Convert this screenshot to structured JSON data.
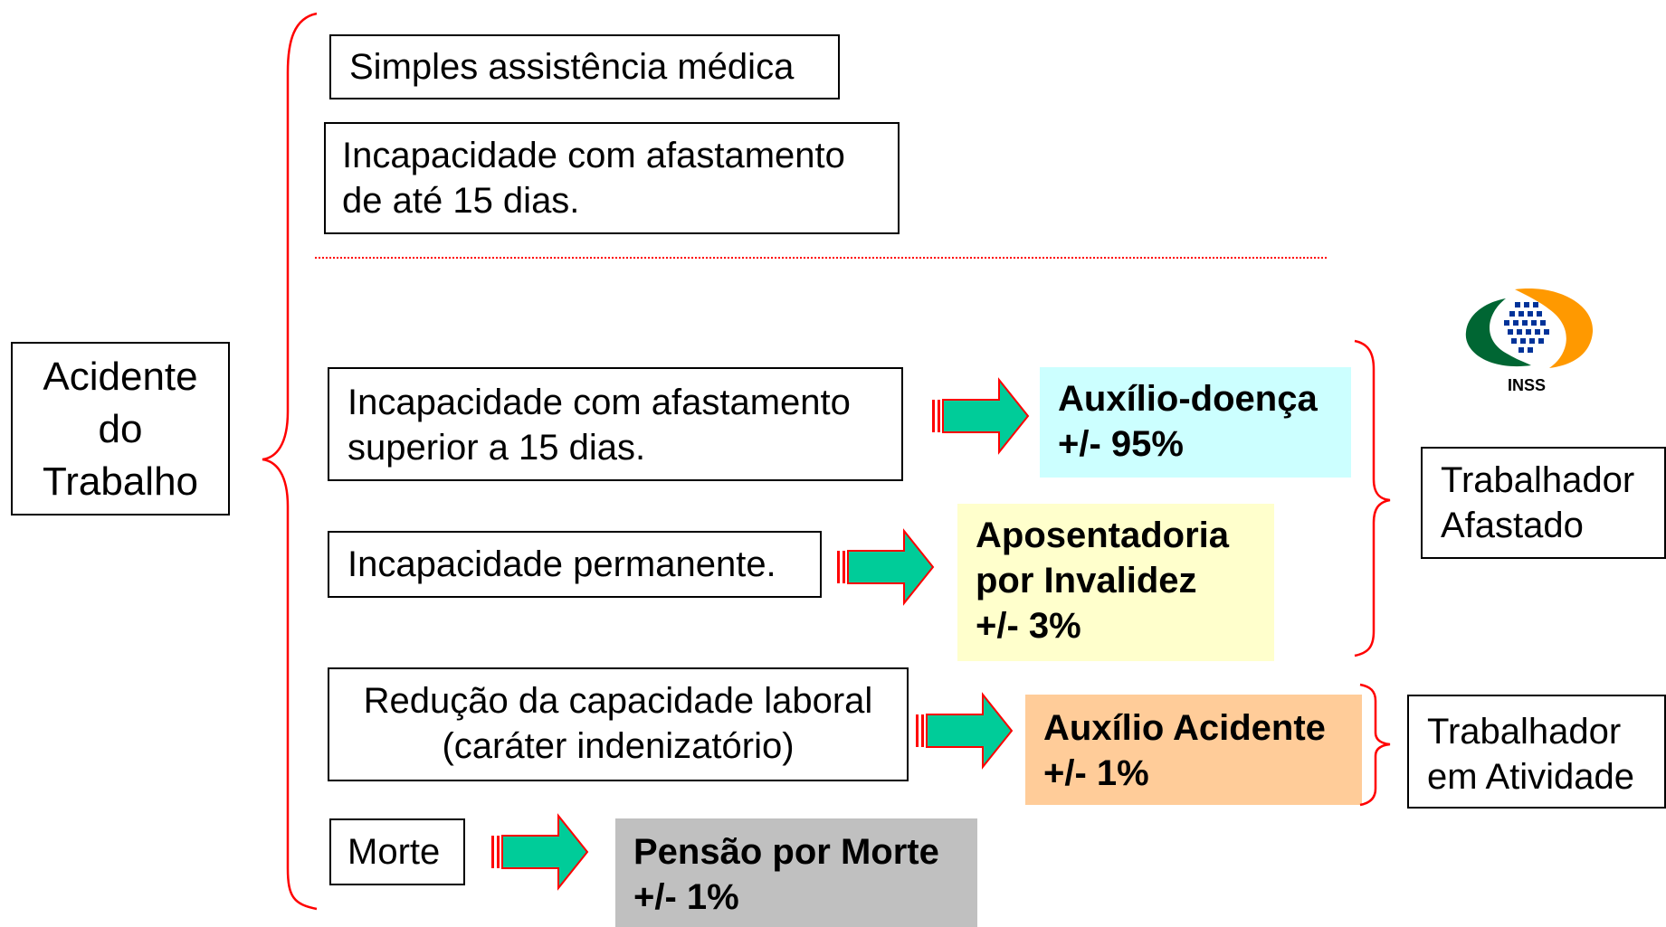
{
  "root_box": {
    "lines": [
      "Acidente",
      "do",
      "Trabalho"
    ]
  },
  "categories": {
    "simple_assistance": {
      "lines": [
        "Simples assistência médica"
      ]
    },
    "short_leave": {
      "lines": [
        "Incapacidade com afastamento",
        "de até 15 dias."
      ]
    },
    "long_leave": {
      "lines": [
        "Incapacidade com afastamento",
        " superior a 15 dias."
      ]
    },
    "permanent": {
      "lines": [
        "Incapacidade permanente."
      ]
    },
    "reduction": {
      "lines": [
        "Redução da capacidade laboral",
        "(caráter indenizatório)"
      ]
    },
    "death": {
      "lines": [
        "Morte"
      ]
    }
  },
  "benefits": {
    "auxilio_doenca": {
      "lines": [
        "Auxílio-doença",
        "+/- 95%"
      ],
      "color": "#ccffff"
    },
    "aposentadoria": {
      "lines": [
        "Aposentadoria",
        "por Invalidez",
        "+/- 3%"
      ],
      "color": "#ffffcc"
    },
    "auxilio_acidente": {
      "lines": [
        "Auxílio Acidente",
        "+/- 1%"
      ],
      "color": "#ffcc99"
    },
    "pensao": {
      "lines": [
        "Pensão por Morte",
        "+/- 1%"
      ],
      "color": "#c0c0c0"
    }
  },
  "groups": {
    "afastado": {
      "lines": [
        "Trabalhador",
        "Afastado"
      ]
    },
    "em_atividade": {
      "lines": [
        "Trabalhador",
        "em Atividade"
      ]
    }
  },
  "logo": {
    "label": "INSS",
    "icon": "inss-logo-icon"
  },
  "colors": {
    "brace": "#ff0000",
    "divider": "#ff0000",
    "arrow_fill": "#00cc99",
    "arrow_stroke": "#ff0000",
    "logo_orange": "#ff9900",
    "logo_green": "#006633",
    "logo_blue": "#003399"
  }
}
